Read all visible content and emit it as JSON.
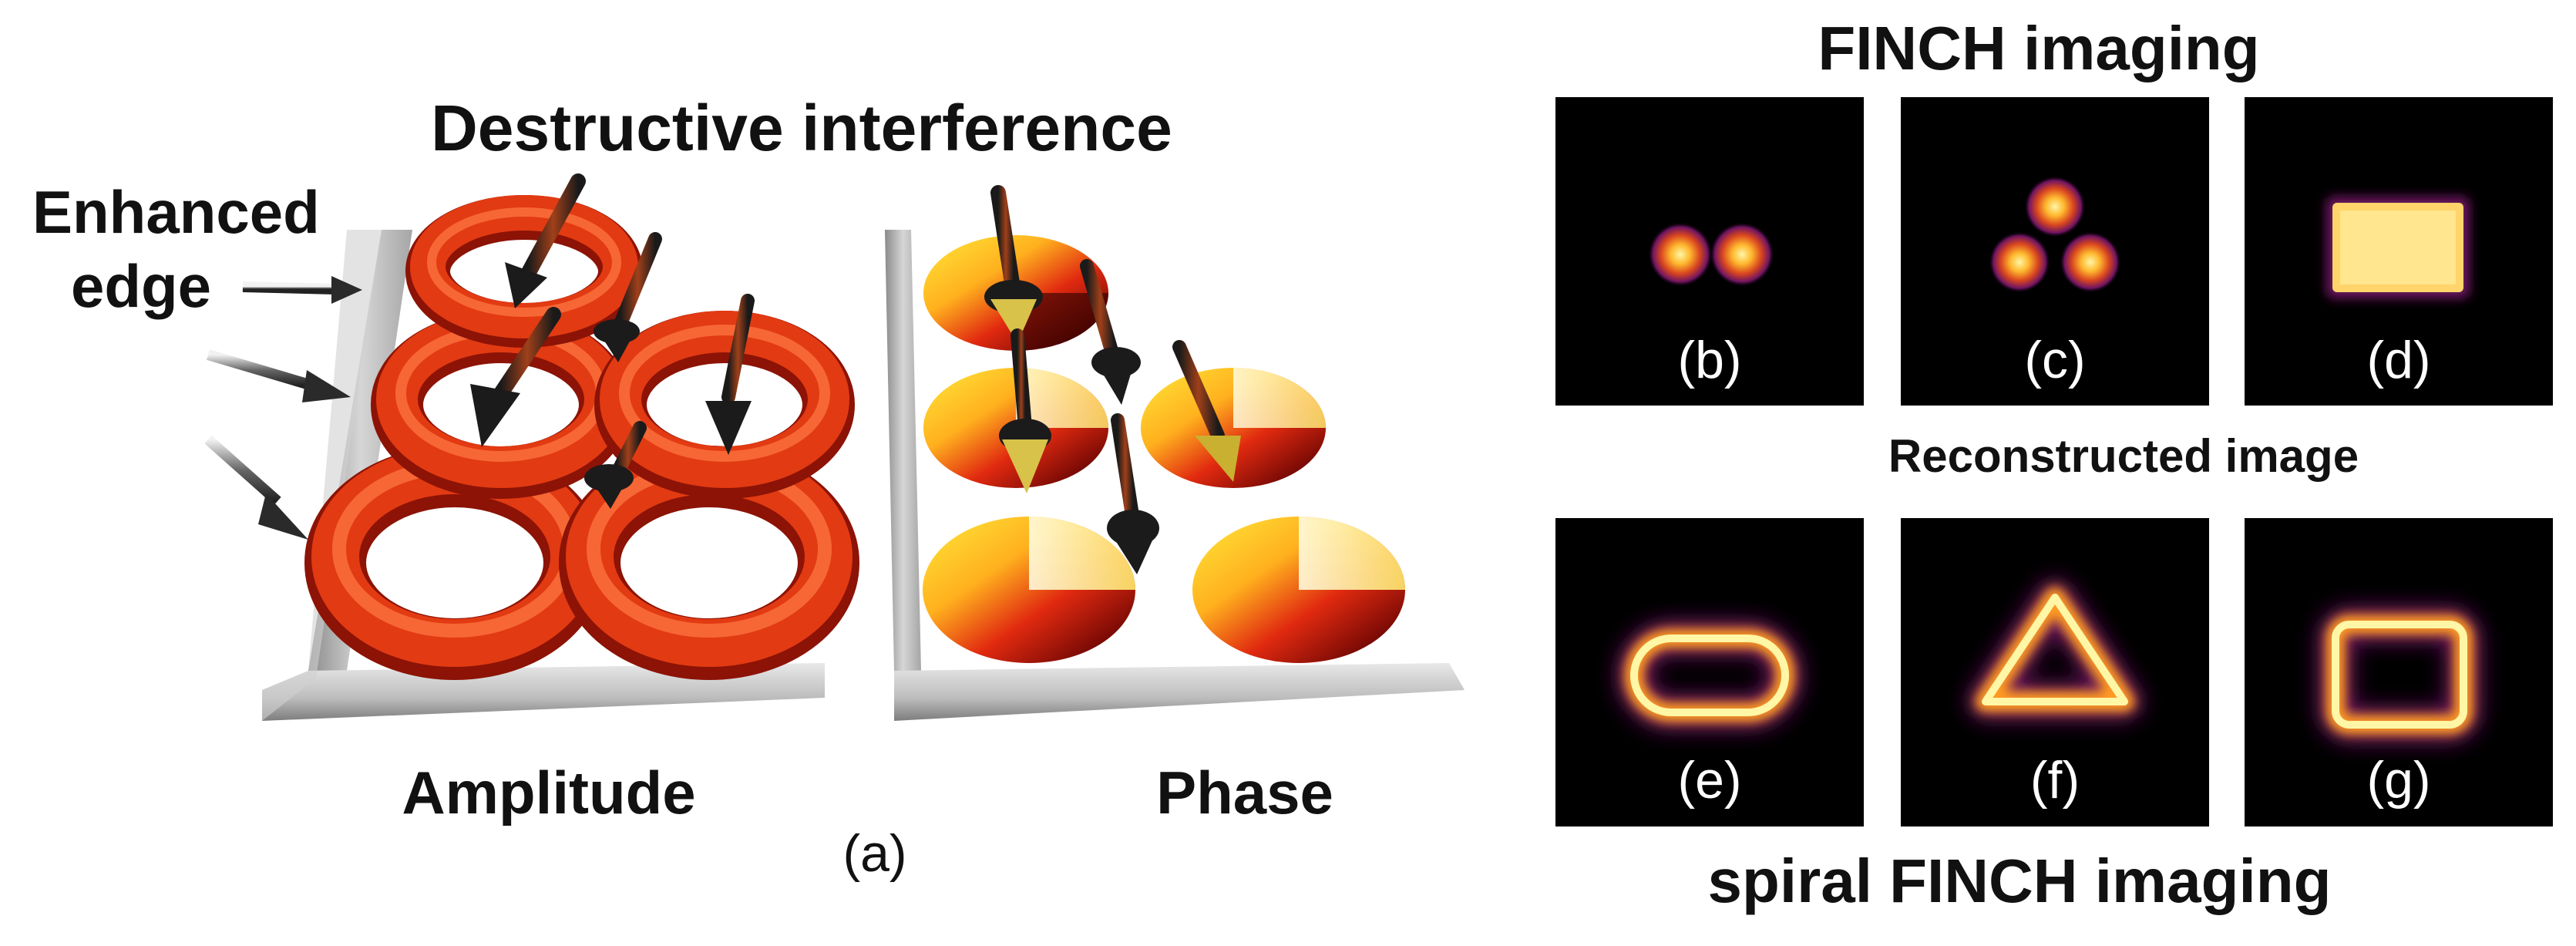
{
  "figure": {
    "left_panel": {
      "title_destructive": "Destructive interference",
      "label_enhanced_line1": "Enhanced",
      "label_enhanced_line2": "edge",
      "label_amplitude": "Amplitude",
      "label_phase": "Phase",
      "label_a": "(a)"
    },
    "right_panel": {
      "top_title": "FINCH imaging",
      "middle_title": "Reconstructed image",
      "bottom_title": "spiral FINCH imaging",
      "top_labels": [
        "(b)",
        "(c)",
        "(d)"
      ],
      "bottom_labels": [
        "(e)",
        "(f)",
        "(g)"
      ]
    },
    "colors": {
      "ring": "#e23a12",
      "ring_dark": "#8c1306",
      "plate": "#bdbdbd",
      "plate_edge": "#7d7d7d",
      "panel_bg": "#000000",
      "glow_core": "#fff6a6",
      "glow_mid": "#ff9a22",
      "glow_outer": "#8e1f78"
    }
  }
}
